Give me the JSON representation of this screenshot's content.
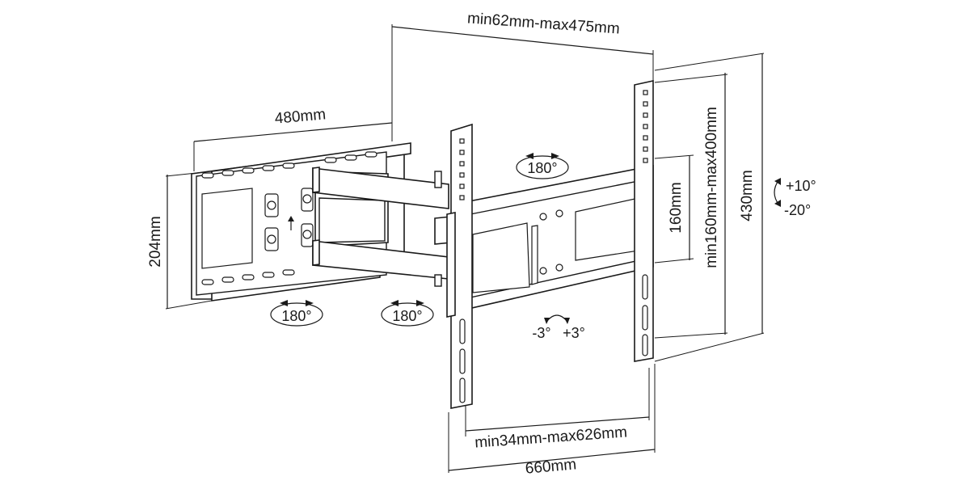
{
  "dimensions": {
    "spacer_range": "min62mm-max475mm",
    "arm_length": "480mm",
    "wall_plate_height": "204mm",
    "vertical_hole_spacing": "160mm",
    "vesa_vertical_range": "min160mm-max400mm",
    "bracket_height": "430mm",
    "vesa_horizontal_range": "min34mm-max626mm",
    "bracket_width": "660mm"
  },
  "rotations": {
    "swivel_top": "180°",
    "swivel_wall": "180°",
    "swivel_arm": "180°",
    "tilt_up": "+10°",
    "tilt_down": "-20°",
    "level_left": "-3°",
    "level_right": "+3°"
  }
}
